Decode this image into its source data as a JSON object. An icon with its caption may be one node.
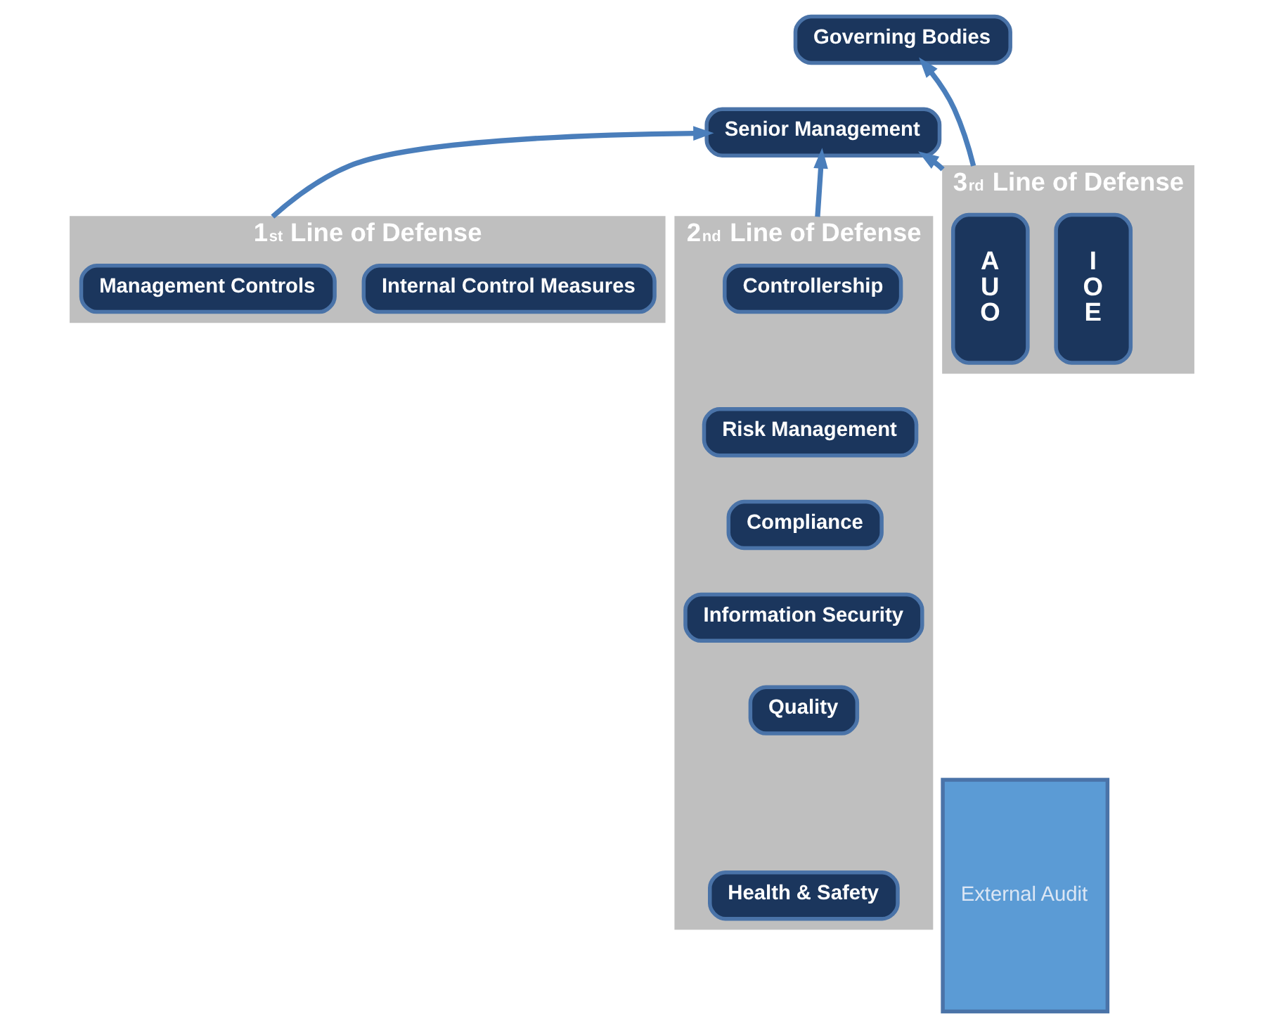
{
  "diagram": {
    "nodes": [
      {
        "text": [
          "Governing Bodies"
        ]
      },
      {
        "text": [
          "Senior Management"
        ]
      },
      {
        "text": [
          "1$^{st}$ Line of Defense"
        ]
      },
      {
        "text": [
          "Management Controls"
        ],
        "in": 2
      },
      {
        "text": [
          "Internal Control Measures"
        ],
        "in": 2
      },
      {
        "text": [
          "2$^{nd}$ Line of Defense"
        ]
      },
      {
        "text": [
          "Controllership"
        ],
        "in": 5
      },
      {
        "text": [
          "Risk Management"
        ],
        "in": 5
      },
      {
        "text": [
          "Compliance"
        ],
        "in": 5
      },
      {
        "text": [
          "Information Security"
        ],
        "in": 5
      },
      {
        "text": [
          "Quality"
        ],
        "in": 5
      },
      {
        "text": [
          "Health & Safety"
        ],
        "in": 5
      },
      {
        "text": [
          "3$^{rd}$ Line of Defense"
        ]
      },
      {
        "text": [
          "AUO"
        ],
        "in": 12
      },
      {
        "text": [
          "IOE"
        ],
        "in": 12
      },
      {
        "text": [
          "External Audit"
        ]
      }
    ],
    "edges": [
      {
        "from": 2,
        "to": 1,
        "arrow": "to"
      },
      {
        "from": 5,
        "to": 1,
        "arrow": "to"
      },
      {
        "from": 12,
        "to": 1,
        "arrow": "to"
      },
      {
        "from": 12,
        "to": 0,
        "arrow": "to"
      }
    ]
  }
}
